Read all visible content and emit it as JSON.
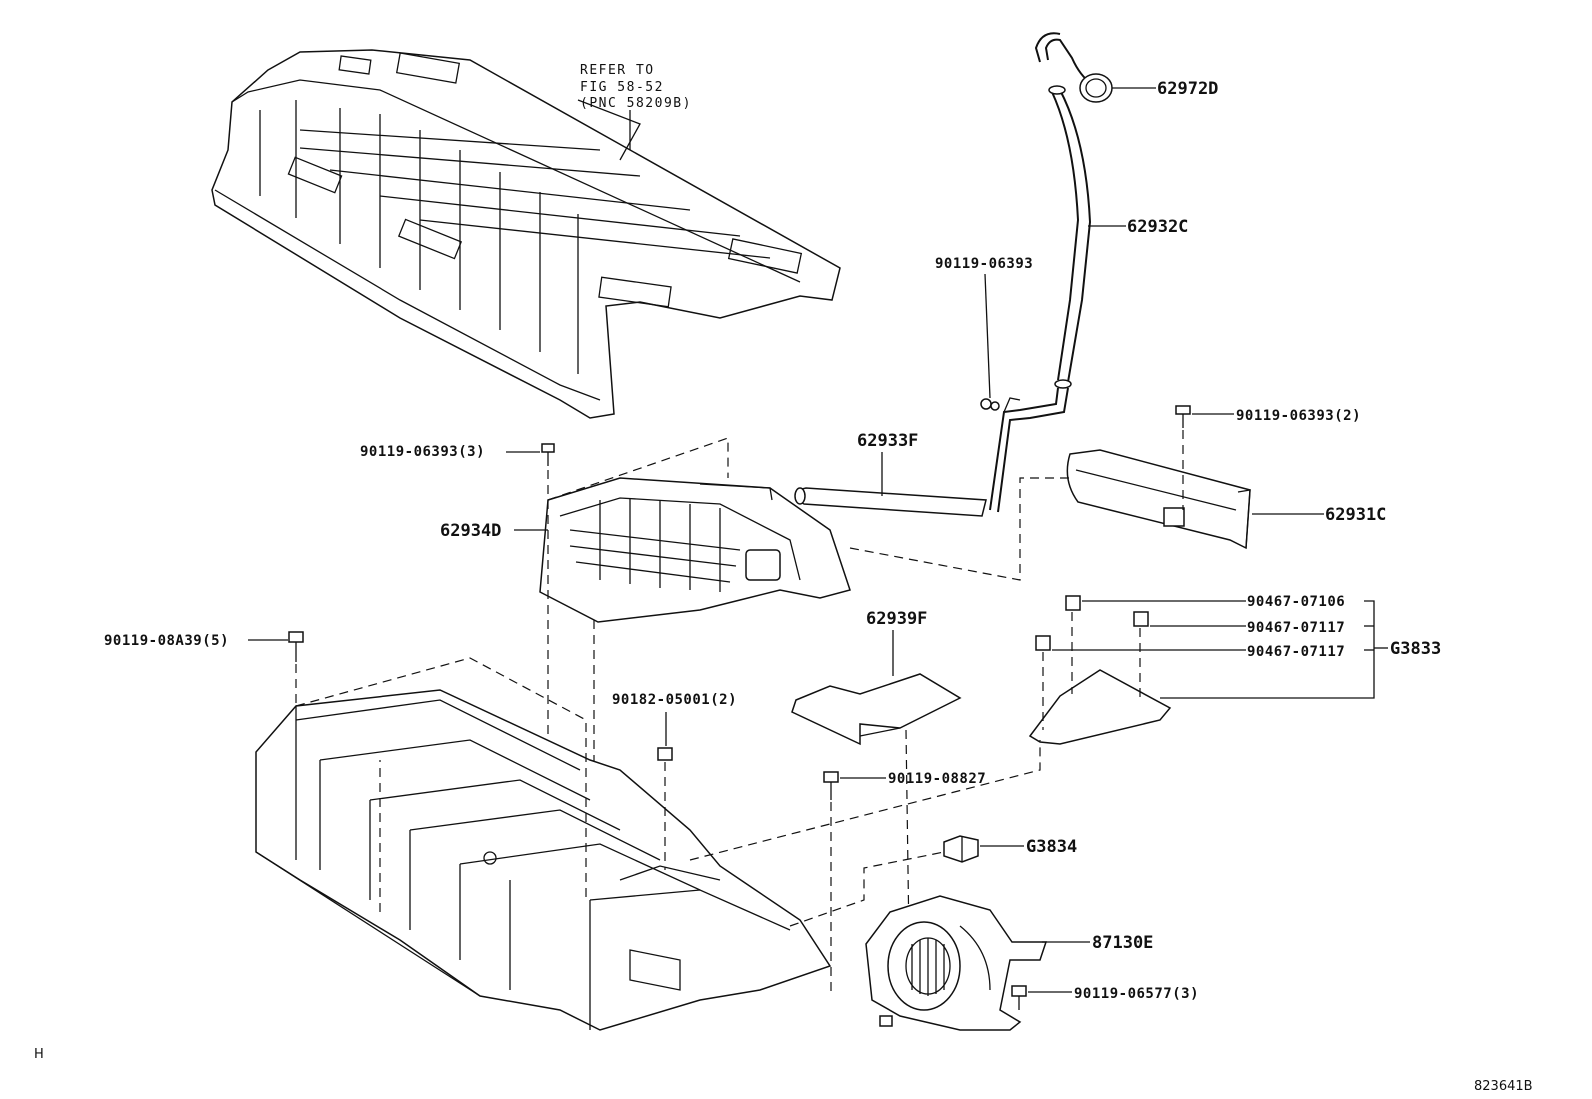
{
  "diagram": {
    "refer_note": [
      "REFER TO",
      "FIG 58-52",
      "(PNC 58209B)"
    ],
    "labels": {
      "hose_62972D": "62972D",
      "hose_62932C": "62932C",
      "bolt_top": "90119-06393",
      "bolt_right_2": "90119-06393(2)",
      "bolt_left_3": "90119-06393(3)",
      "duct_62933F": "62933F",
      "duct_62934D": "62934D",
      "duct_62931C": "62931C",
      "bolt_08A39": "90119-08A39(5)",
      "pad_62939F": "62939F",
      "clip_07106": "90467-07106",
      "clip_07117_a": "90467-07117",
      "clip_07117_b": "90467-07117",
      "group_G3833": "G3833",
      "nut_05001": "90182-05001(2)",
      "bolt_08827": "90119-08827",
      "group_G3834": "G3834",
      "blower_87130E": "87130E",
      "bolt_06577": "90119-06577(3)"
    },
    "corner_left": "H",
    "corner_right": "823641B"
  }
}
